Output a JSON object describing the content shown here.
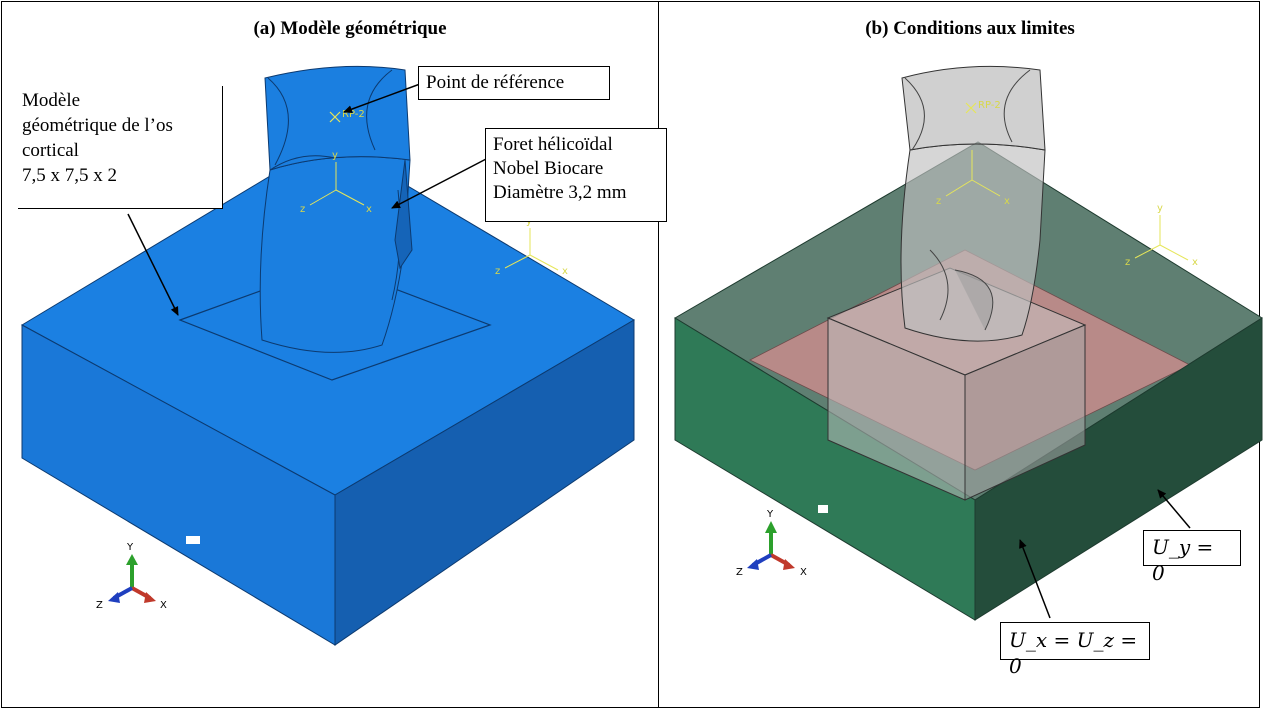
{
  "panels": {
    "a": {
      "title": "(a) Modèle géométrique",
      "callouts": {
        "reference_point": "Point de référence",
        "bone_model_lines": [
          "Modèle",
          "géométrique de l’os",
          "cortical",
          "7,5 x 7,5 x 2"
        ],
        "drill_lines": [
          "Foret hélicoïdal",
          "Nobel Biocare",
          "Diamètre 3,2 mm"
        ]
      },
      "rp_label": "RP-2",
      "triad_labels": {
        "x": "X",
        "y": "Y",
        "z": "Z"
      },
      "part_triad_labels": {
        "x": "x",
        "y": "y",
        "z": "z"
      }
    },
    "b": {
      "title": "(b) Conditions aux limites",
      "bc_uy": "U_y = 0",
      "bc_uxuz": "U_x = U_z = 0",
      "rp_label": "RP-2",
      "triad_labels": {
        "x": "X",
        "y": "Y",
        "z": "Z"
      },
      "part_triad_labels": {
        "x": "x",
        "y": "y",
        "z": "z"
      }
    }
  },
  "colors": {
    "bone_blue": "#1b7fe0",
    "bone_blue_dark": "#155fb0",
    "bone_green_front": "#2f7a57",
    "bone_green_right": "#244d3b",
    "fixed_region_red": "#b88888",
    "drill_gray": "#b8b8b8"
  }
}
